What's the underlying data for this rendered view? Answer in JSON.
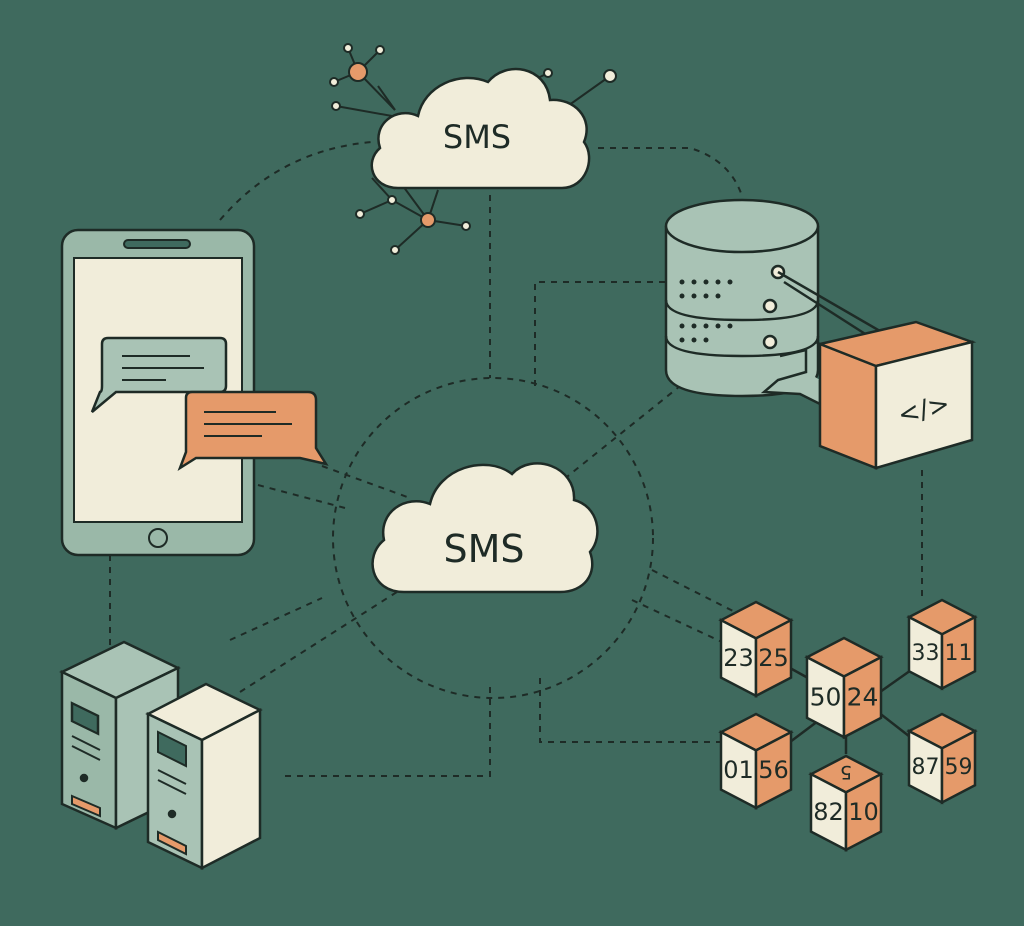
{
  "colors": {
    "background": "#3f6a5e",
    "cream": "#f1edda",
    "sage": "#a9c3b5",
    "sage_dark": "#8fae9f",
    "orange": "#e59a6a",
    "orange_dark": "#c97a4c",
    "stroke": "#1e2b26"
  },
  "clouds": {
    "top": {
      "label": "SMS"
    },
    "center": {
      "label": "SMS"
    }
  },
  "api_panel": {
    "label": "</>"
  },
  "cubes": [
    {
      "id": "cube-top-left",
      "left": "23",
      "right": "25"
    },
    {
      "id": "cube-center",
      "left": "50",
      "right": "24"
    },
    {
      "id": "cube-top-right",
      "left": "33",
      "right": "11"
    },
    {
      "id": "cube-bottom-left",
      "left": "01",
      "right": "56"
    },
    {
      "id": "cube-bottom-center",
      "left": "82",
      "right": "10",
      "top": "5"
    },
    {
      "id": "cube-bottom-right",
      "left": "87",
      "right": "59"
    }
  ]
}
